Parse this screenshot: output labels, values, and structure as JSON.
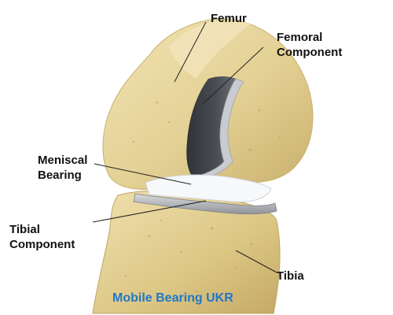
{
  "labels": {
    "femur": "Femur",
    "femoral_component": [
      "Femoral",
      "Component"
    ],
    "meniscal_bearing": [
      "Meniscal",
      "Bearing"
    ],
    "tibial_component": [
      "Tibial",
      "Component"
    ],
    "tibia": "Tibia"
  },
  "caption": "Mobile Bearing UKR",
  "colors": {
    "bone": "#e6d49d",
    "bone_shadow": "#cdb576",
    "metal_dark": "#3f4245",
    "metal_light": "#b9bcc0",
    "bearing": "#f7f8fa",
    "caption": "#1f78c8",
    "label": "#111111"
  }
}
